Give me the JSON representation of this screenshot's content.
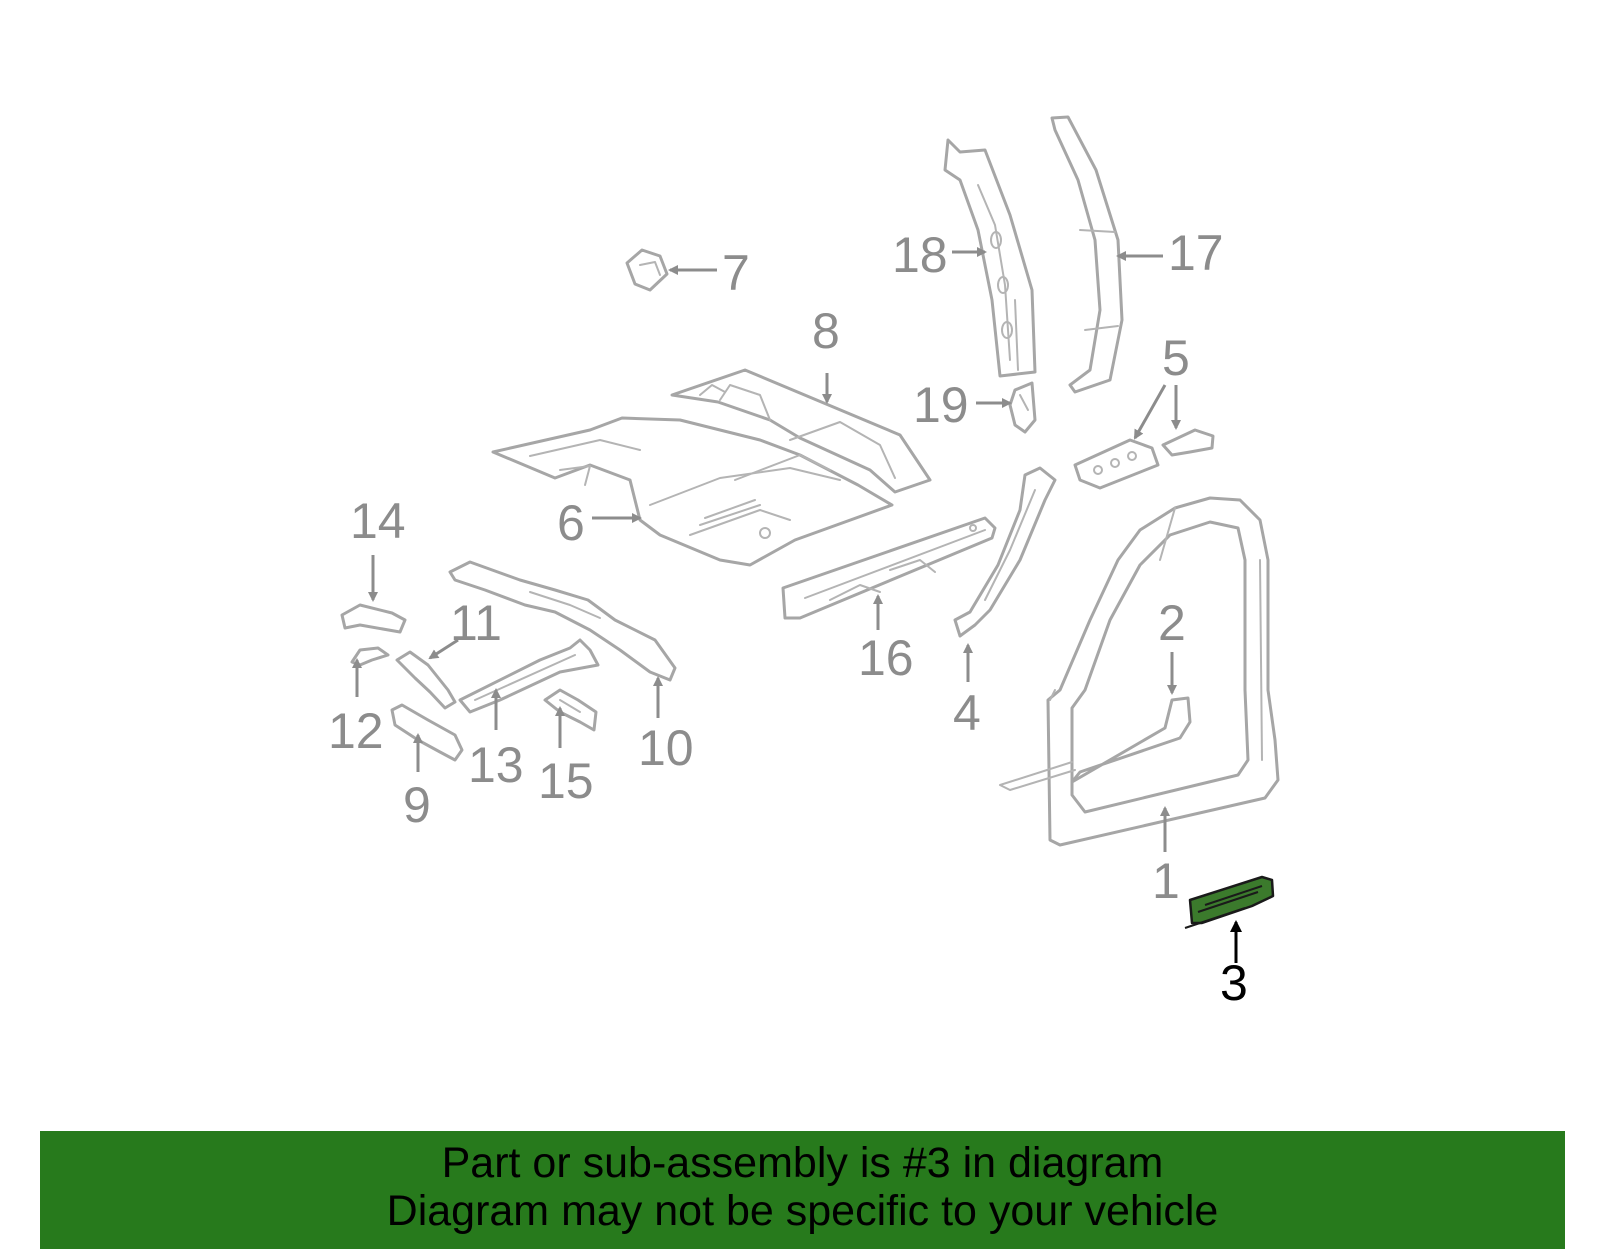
{
  "callouts": [
    "1",
    "2",
    "3",
    "4",
    "5",
    "6",
    "7",
    "8",
    "9",
    "10",
    "11",
    "12",
    "13",
    "14",
    "15",
    "16",
    "17",
    "18",
    "19"
  ],
  "selected_part": "3",
  "banner": {
    "line1": "Part or sub-assembly is #3 in diagram",
    "line2": "Diagram may not be specific to your vehicle"
  },
  "colors": {
    "highlight": "#3b7a2c",
    "banner": "#277a1c",
    "parts": "#a6a6a6"
  }
}
